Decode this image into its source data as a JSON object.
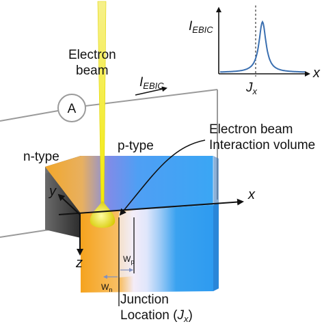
{
  "labels": {
    "electron_beam_line1": "Electron",
    "electron_beam_line2": "beam",
    "current_symbol": "I",
    "current_subscript": "EBIC",
    "ammeter": "A",
    "n_type": "n-type",
    "p_type": "p-type",
    "interaction_line1": "Electron beam",
    "interaction_line2": "Interaction volume",
    "axis_x": "x",
    "axis_y": "y",
    "axis_z": "z",
    "width_p": "W",
    "width_p_sub": "p",
    "width_n": "W",
    "width_n_sub": "n",
    "junction_line1": "Junction",
    "junction_line2": "Location (",
    "junction_symbol": "J",
    "junction_symbol_sub": "x",
    "junction_close": ")"
  },
  "inset": {
    "ylabel_symbol": "I",
    "ylabel_subscript": "EBIC",
    "xlabel": "x",
    "tick_symbol": "J",
    "tick_subscript": "x",
    "curve_color": "#3a6fb0",
    "peak_x": 0.5,
    "peak_width": 0.05
  },
  "colors": {
    "n_region": "#f2a72a",
    "p_region": "#3a9ff0",
    "beam": "#f4f000",
    "wire": "#999999"
  }
}
